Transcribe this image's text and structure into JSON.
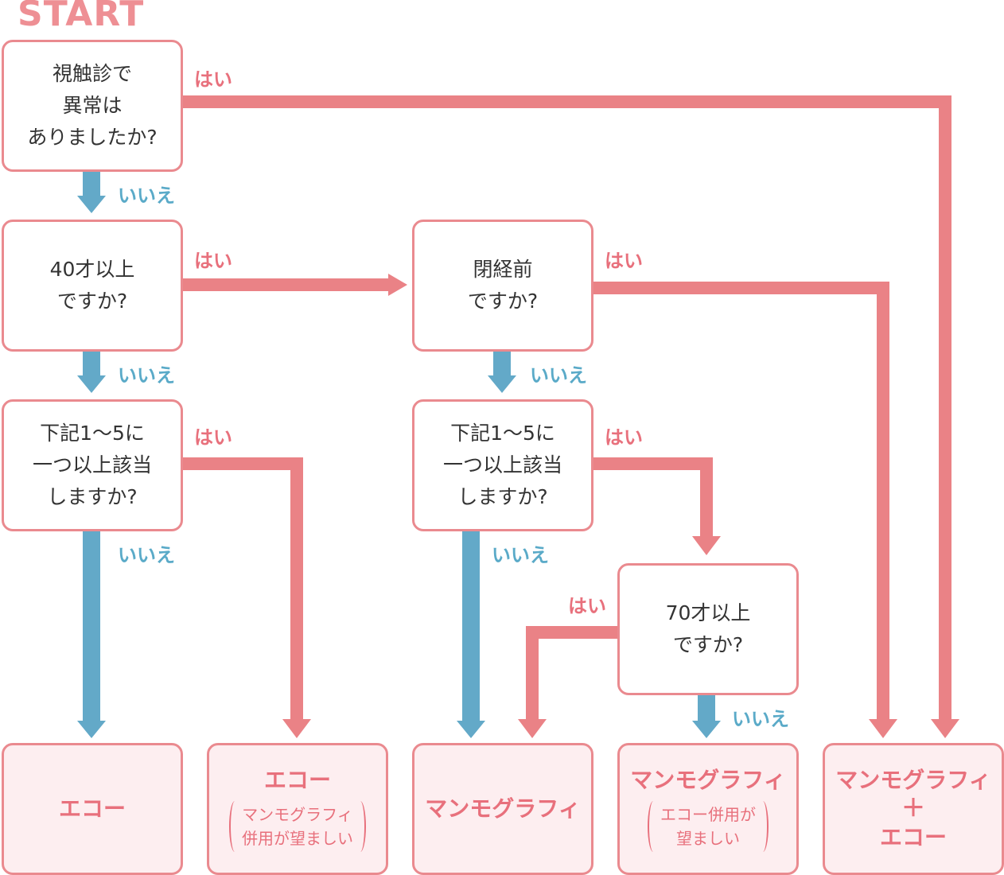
{
  "start": "START",
  "labels": {
    "yes": "はい",
    "no": "いいえ"
  },
  "colors": {
    "yes": "#ea8286",
    "no": "#63a9c8",
    "result_bg": "#fdeef0",
    "text": "#333333"
  },
  "q1": {
    "lines": [
      "視触診で",
      "異常は",
      "ありましたか?"
    ]
  },
  "q2": {
    "lines": [
      "40才以上",
      "ですか?"
    ]
  },
  "q3": {
    "lines": [
      "閉経前",
      "ですか?"
    ]
  },
  "q4": {
    "lines": [
      "下記1～5に",
      "一つ以上該当",
      "しますか?"
    ]
  },
  "q5": {
    "lines": [
      "下記1～5に",
      "一つ以上該当",
      "しますか?"
    ]
  },
  "q6": {
    "lines": [
      "70才以上",
      "ですか?"
    ]
  },
  "results": {
    "r1": {
      "title": "エコー"
    },
    "r2": {
      "title": "エコー",
      "note": [
        "マンモグラフィ",
        "併用が望ましい"
      ]
    },
    "r3": {
      "title": "マンモグラフィ"
    },
    "r4": {
      "title": "マンモグラフィ",
      "note": [
        "エコー併用が",
        "望ましい"
      ]
    },
    "r5": {
      "title": "マンモグラフィ",
      "plus": "＋",
      "title2": "エコー"
    }
  }
}
